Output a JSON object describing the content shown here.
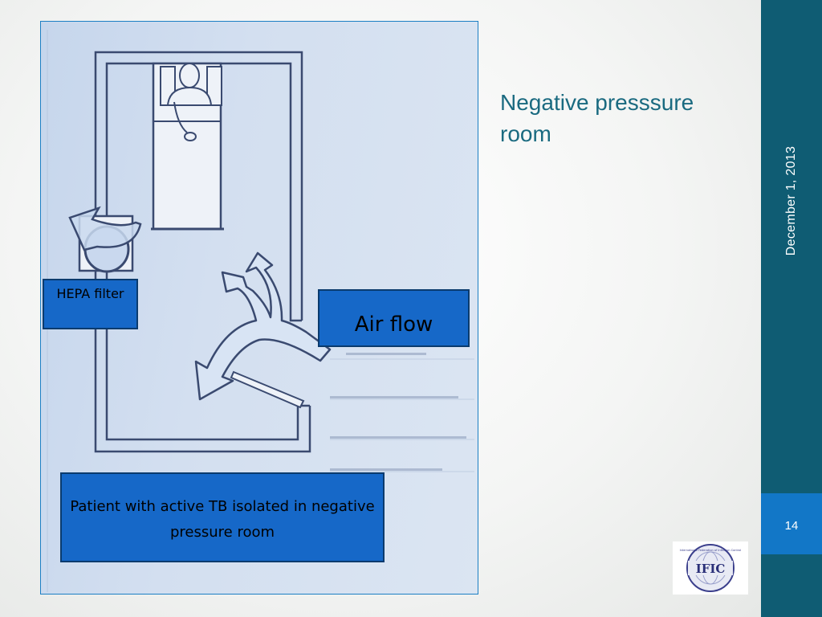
{
  "slide": {
    "title": "Negative presssure room",
    "date": "December 1, 2013",
    "page_number": "14"
  },
  "figure": {
    "labels": {
      "hepa": "HEPA filter",
      "air_flow": "Air flow",
      "caption": "Patient with active TB isolated in negative pressure room"
    }
  },
  "logo": {
    "acronym": "IFIC",
    "ring_text": "International Federation of Infection Control"
  },
  "colors": {
    "sidebar": "#0f5c73",
    "page_box": "#1277c7",
    "callout_fill": "#1668c8",
    "title_text": "#1a6a80"
  }
}
